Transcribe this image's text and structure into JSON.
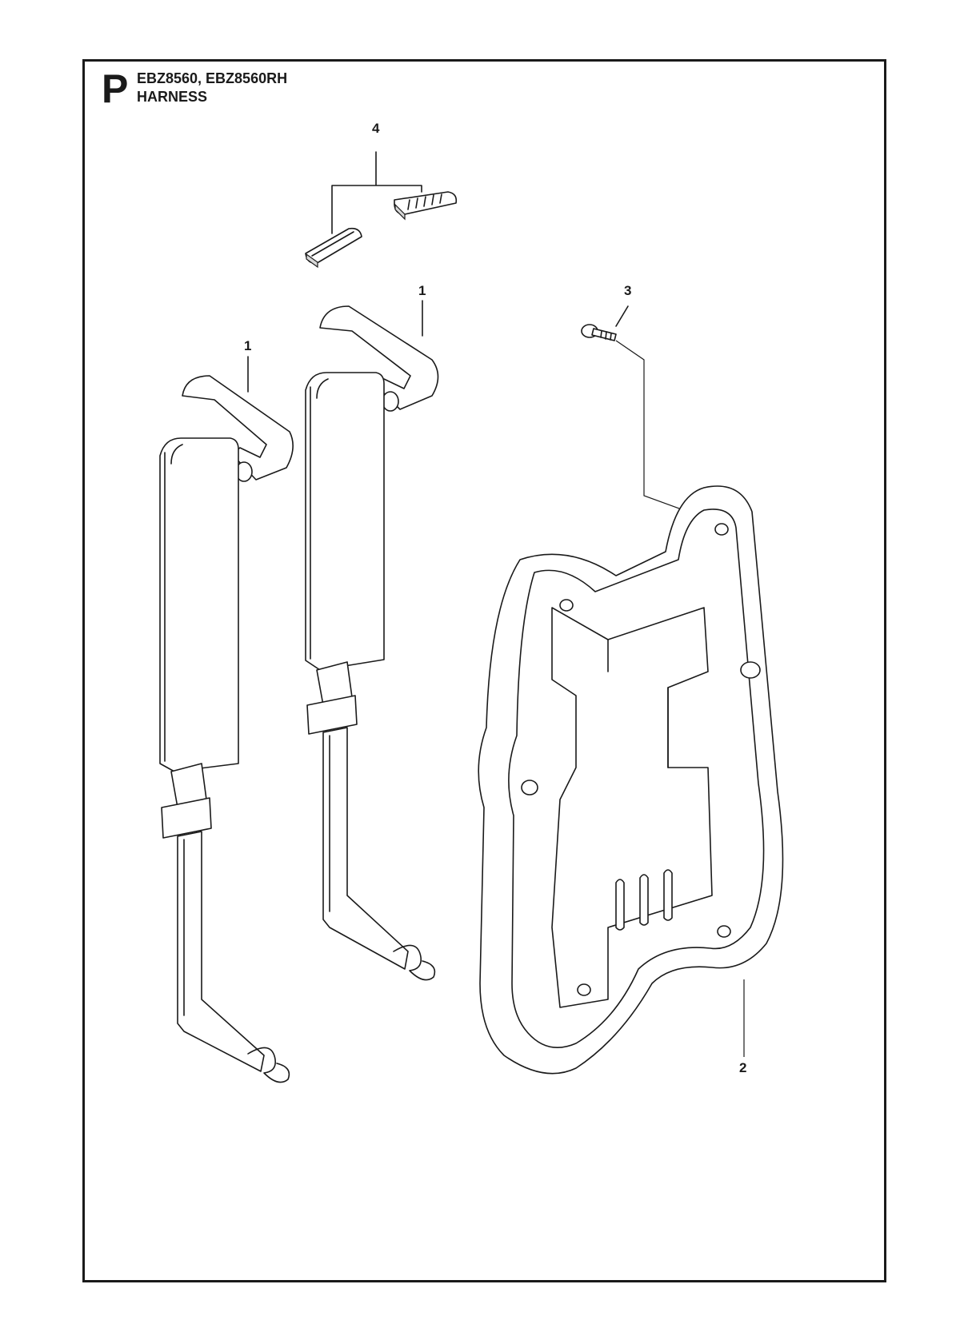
{
  "header": {
    "section_letter": "P",
    "models": "EBZ8560, EBZ8560RH",
    "title": "HARNESS"
  },
  "callouts": {
    "strap_left": "1",
    "strap_right": "1",
    "back_plate": "2",
    "screw": "3",
    "buckle_inserts": "4"
  }
}
